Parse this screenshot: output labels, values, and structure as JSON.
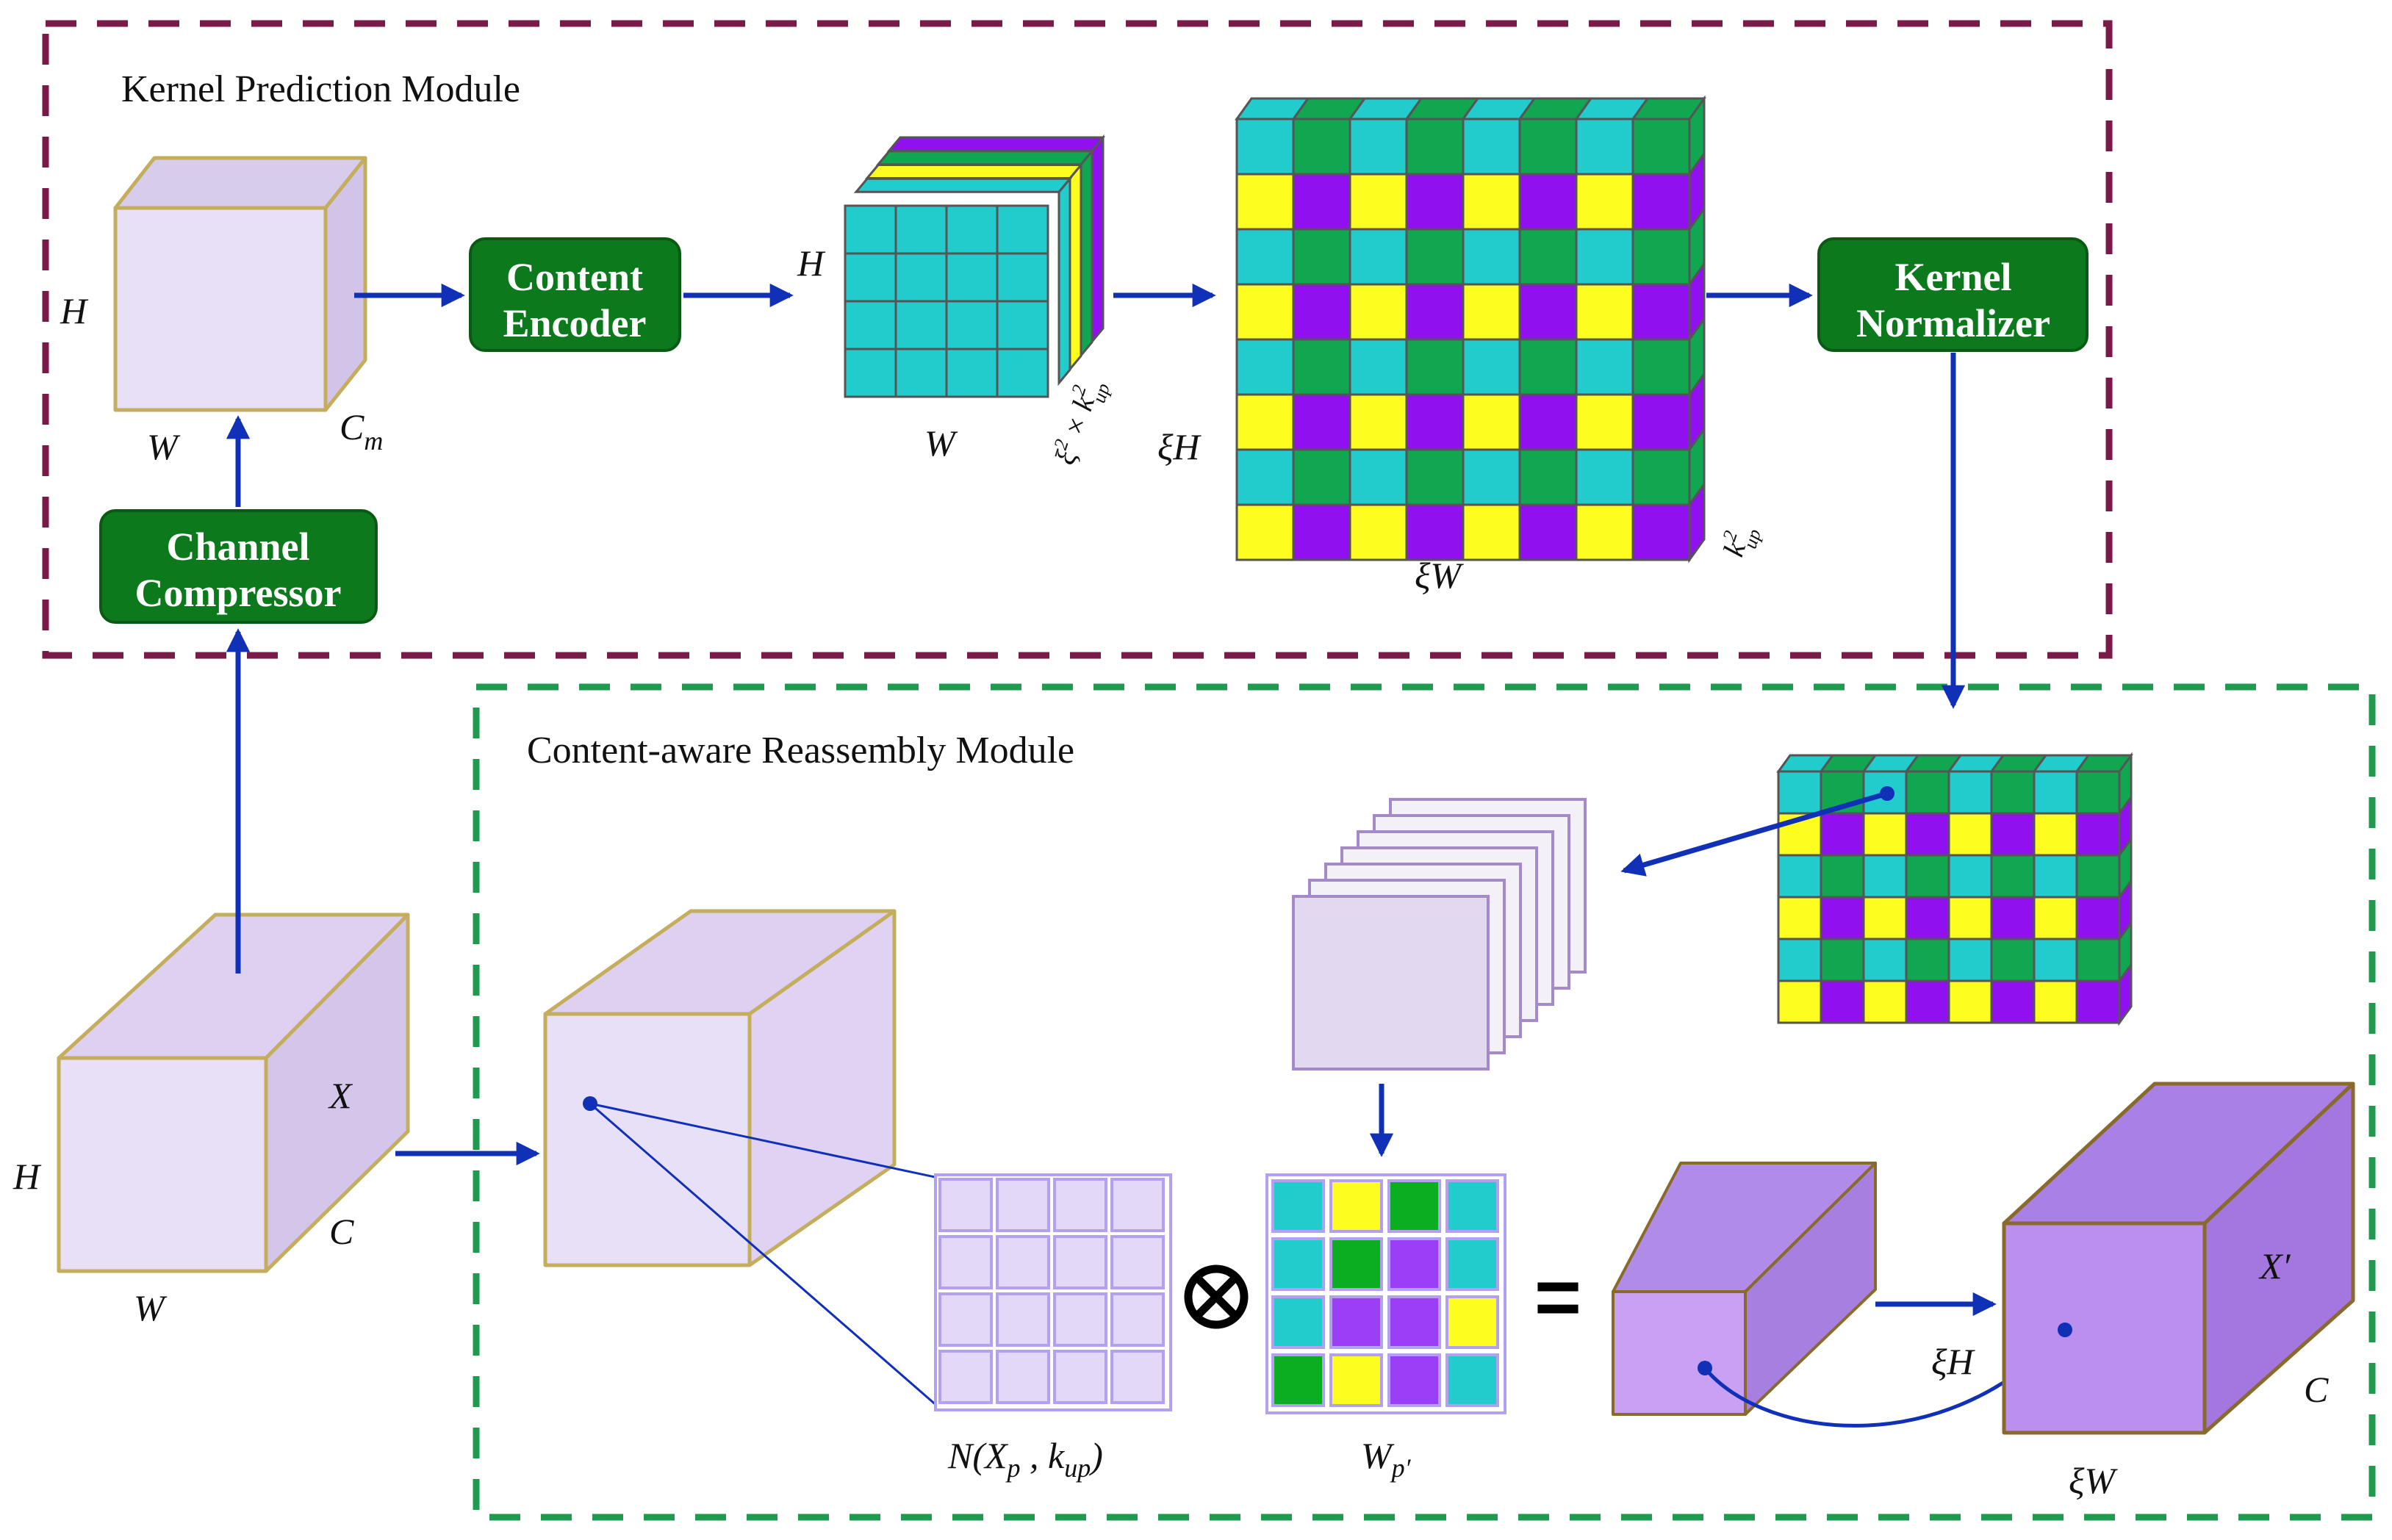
{
  "kernel_prediction_module": {
    "title": "Kernel Prediction Module",
    "input_labels": {
      "h": "H",
      "w": "W",
      "c": "C_m"
    },
    "content_encoder": [
      "Content",
      "Encoder"
    ],
    "encoded_labels": {
      "h": "H",
      "w": "W",
      "c": "ξ²×k²_up"
    },
    "kernel_map_labels": {
      "h": "ξH",
      "w": "ξW",
      "c": "k²_up"
    },
    "kernel_normalizer": [
      "Kernel",
      "Normalizer"
    ]
  },
  "channel_compressor": [
    "Channel",
    "Compressor"
  ],
  "content_aware_reassembly_module": {
    "title": "Content-aware Reassembly Module",
    "input_labels": {
      "h": "H",
      "w": "W",
      "c": "C",
      "name": "X"
    },
    "neighborhood_label": "N(X_p , k_up)",
    "kernel_label": "W_p′",
    "output_labels": {
      "h": "ξH",
      "w": "ξW",
      "c": "C",
      "name": "X′"
    }
  },
  "colors": {
    "kpm_border": "#7a1a48",
    "carm_border": "#1f9a4f",
    "arrow": "#1030b8",
    "button_fill": "#0c7a1c",
    "teal": "#22cccc",
    "green": "#11a650",
    "yellow": "#fdfd20",
    "purple": "#9010f0",
    "box_fill": "#e6dcf6",
    "box_edge": "#c4ae5e",
    "out_fill": "#bb8ff0"
  }
}
